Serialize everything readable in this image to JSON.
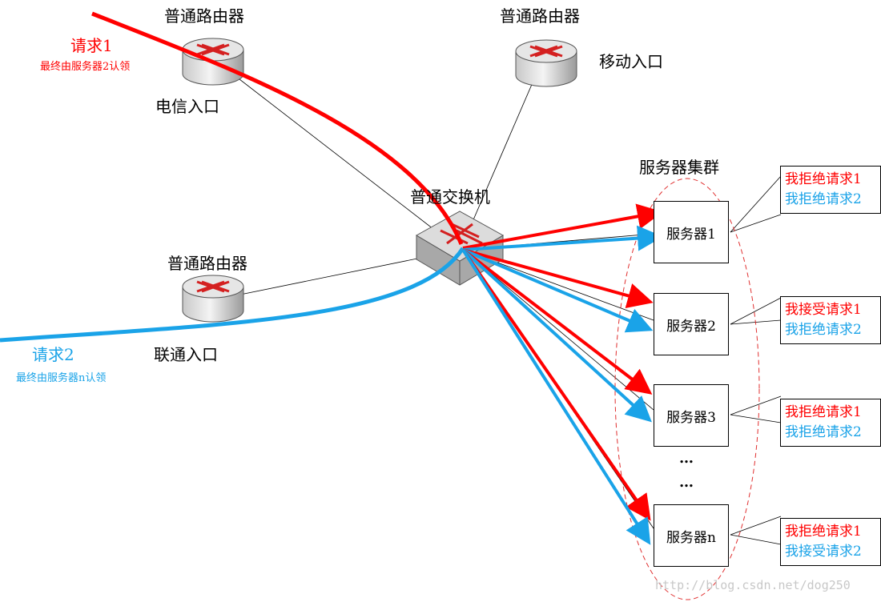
{
  "routers": {
    "telecom": {
      "title": "普通路由器",
      "entry": "电信入口"
    },
    "mobile": {
      "title": "普通路由器",
      "entry": "移动入口"
    },
    "unicom": {
      "title": "普通路由器",
      "entry": "联通入口"
    }
  },
  "switch": {
    "title": "普通交换机"
  },
  "cluster": {
    "title": "服务器集群"
  },
  "requests": [
    {
      "label": "请求1",
      "note": "最终由服务器2认领",
      "color": "#ff0000"
    },
    {
      "label": "请求2",
      "note": "最终由服务器n认领",
      "color": "#1aa3e8"
    }
  ],
  "servers": [
    {
      "name": "服务器1",
      "responses": [
        "我拒绝请求1",
        "我拒绝请求2"
      ]
    },
    {
      "name": "服务器2",
      "responses": [
        "我接受请求1",
        "我拒绝请求2"
      ]
    },
    {
      "name": "服务器3",
      "responses": [
        "我拒绝请求1",
        "我拒绝请求2"
      ]
    },
    {
      "name": "服务器n",
      "responses": [
        "我拒绝请求1",
        "我接受请求2"
      ]
    }
  ],
  "ellipsis": [
    "…",
    "…"
  ],
  "watermark": "http://blog.csdn.net/dog250",
  "colors": {
    "request1": "#ff0000",
    "request2": "#1aa3e8",
    "device_arrow": "#e02020"
  }
}
